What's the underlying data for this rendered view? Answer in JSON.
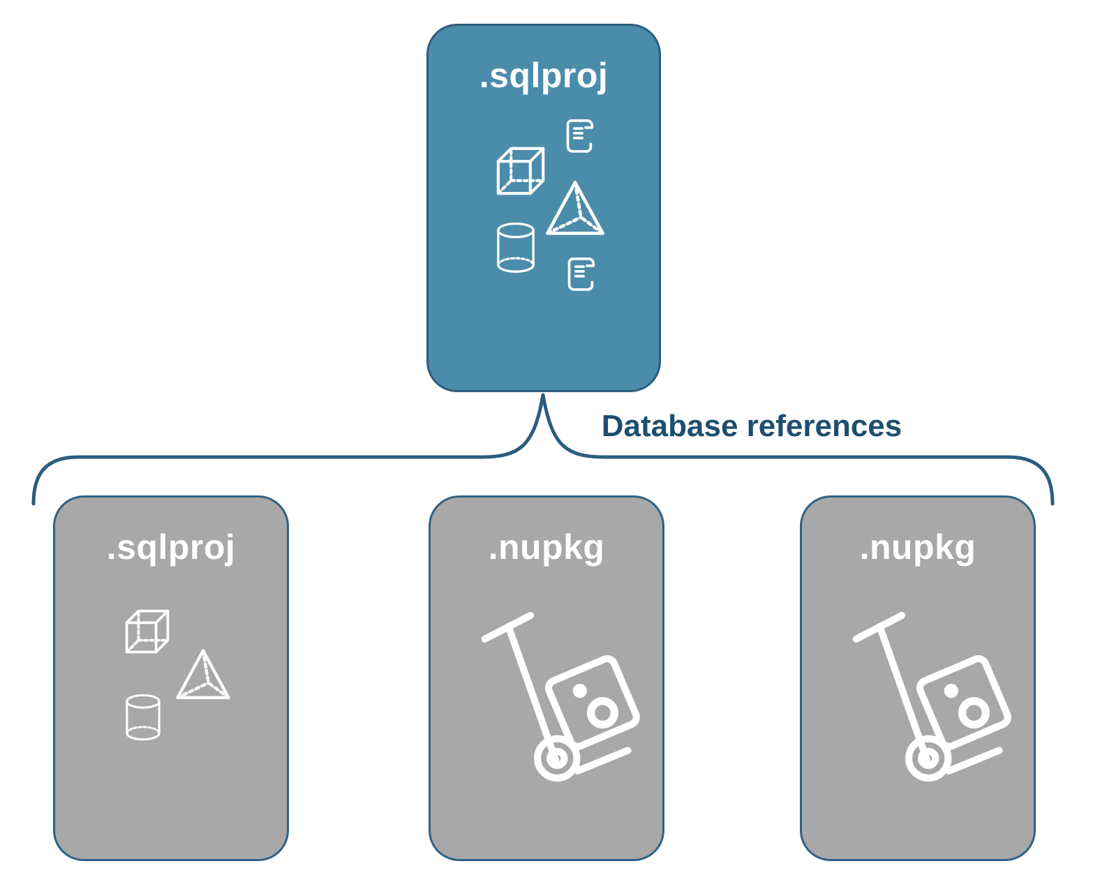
{
  "diagram": {
    "root_node": {
      "label": ".sqlproj",
      "icons": [
        "cube-icon",
        "script-icon",
        "pyramid-icon",
        "database-cylinder-icon",
        "script-icon"
      ]
    },
    "connector": {
      "label": "Database references"
    },
    "children": [
      {
        "label": ".sqlproj",
        "icons": [
          "cube-icon",
          "pyramid-icon",
          "database-cylinder-icon"
        ]
      },
      {
        "label": ".nupkg",
        "icons": [
          "package-dolly-icon"
        ]
      },
      {
        "label": ".nupkg",
        "icons": [
          "package-dolly-icon"
        ]
      }
    ],
    "colors": {
      "root_fill": "#4a8caa",
      "root_border": "#2b5d7d",
      "child_fill": "#a8a8a8",
      "child_border": "#2e6186",
      "label_color": "#1d4e6f",
      "icon_color": "#ffffff"
    }
  }
}
